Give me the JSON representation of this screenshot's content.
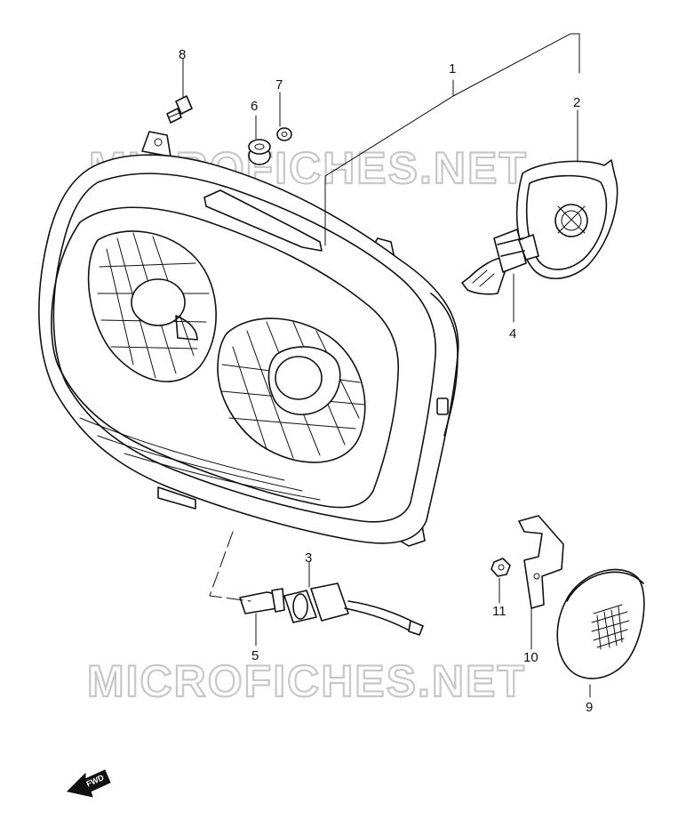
{
  "watermark": "MICROFICHES.NET",
  "callouts": {
    "c1": "1",
    "c2": "2",
    "c3": "3",
    "c4": "4",
    "c5": "5",
    "c6": "6",
    "c7": "7",
    "c8": "8",
    "c9": "9",
    "c10": "10",
    "c11": "11"
  },
  "fwd_label": "FWD"
}
